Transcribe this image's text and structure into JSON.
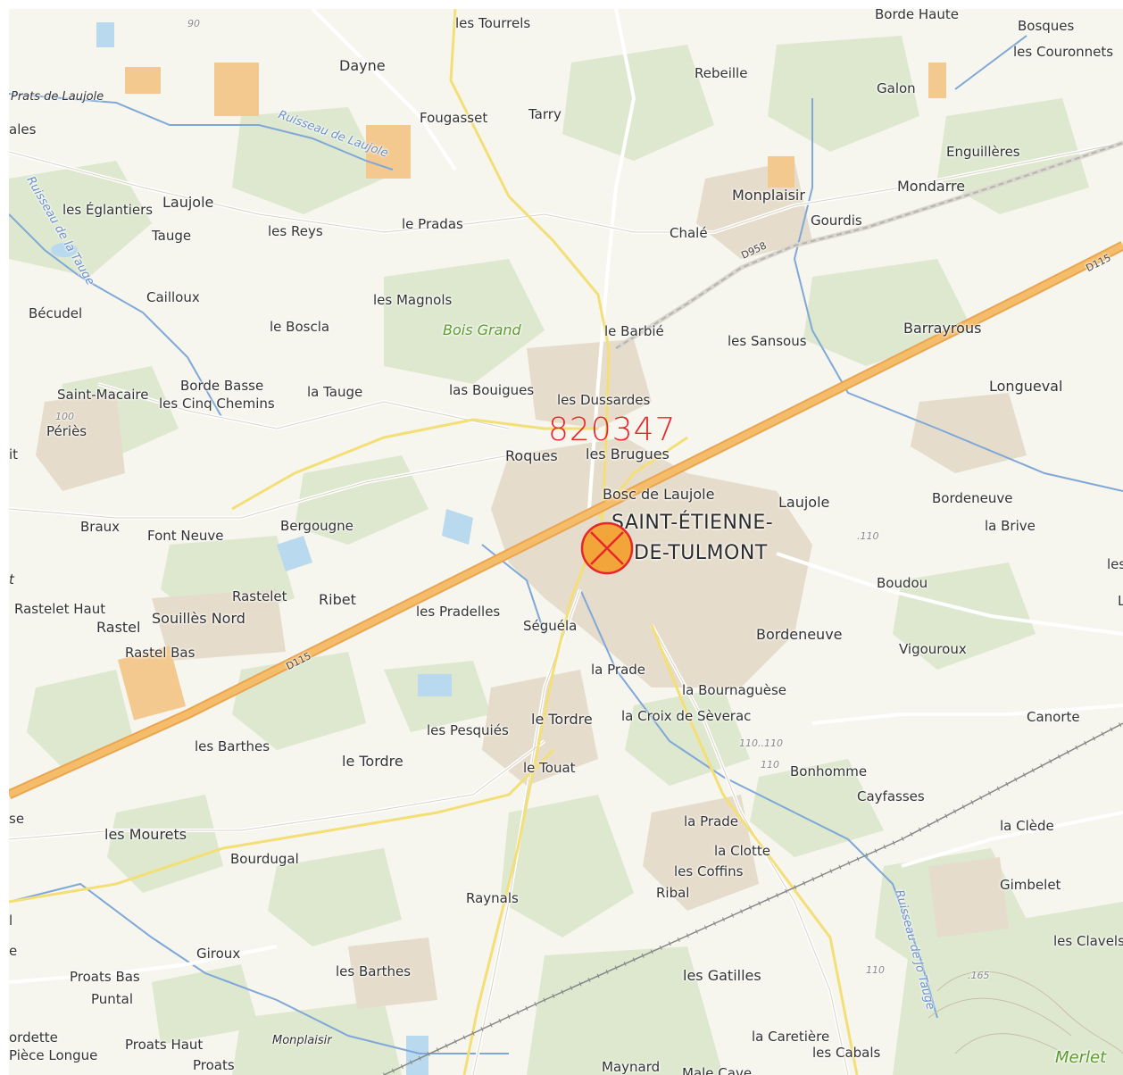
{
  "marker": {
    "id": "820347",
    "color": "#e8262a",
    "fill": "#f2a63a"
  },
  "town": {
    "line1": "SAINT-ÉTIENNE-",
    "line2": "DE-TULMONT"
  },
  "roads": {
    "d115_a": "D115",
    "d115_b": "D115",
    "d958": "D958"
  },
  "water": {
    "laujole": "Ruisseau de Laujole",
    "tauge": "Ruisseau de la Tauge",
    "jotauge": "Ruisseau de Jo Tauge"
  },
  "altitudes": {
    "a90": "90",
    "a100": "100",
    "a110a": ".110",
    "a110b": "110..110",
    "a110c": "110",
    "a110d": "110",
    "a165": ".165"
  },
  "places": {
    "les_tourrels": "les Tourrels",
    "borde_haute": "Borde Haute",
    "bosques": "Bosques",
    "les_couronnets": "les Couronnets",
    "dayne": "Dayne",
    "rebeille": "Rebeille",
    "galon": "Galon",
    "prats_de_laujole": "Prats de Laujole",
    "ales": "ales",
    "fougasset": "Fougasset",
    "tarry": "Tarry",
    "enguilleres": "Enguillères",
    "mondarre": "Mondarre",
    "monplaisir": "Monplaisir",
    "gourdis": "Gourdis",
    "les_eglantiers": "les Églantiers",
    "laujole_w": "Laujole",
    "tauge": "Tauge",
    "les_reys": "les Reys",
    "le_pradas": "le Pradas",
    "chale": "Chalé",
    "cailloux": "Cailloux",
    "les_magnols": "les Magnols",
    "becudel": "Bécudel",
    "le_boscla": "le Boscla",
    "bois_grand": "Bois Grand",
    "le_barbie": "le Barbié",
    "les_sansous": "les Sansous",
    "barrayrous": "Barrayrous",
    "borde_basse": "Borde Basse",
    "saint_macaire": "Saint-Macaire",
    "les_cinq_chemins": "les Cinq Chemins",
    "la_tauge": "la Tauge",
    "las_bouigues": "las Bouigues",
    "les_dussardes": "les Dussardes",
    "longueval": "Longueval",
    "peries": "Périès",
    "roques": "Roques",
    "les_brugues": "les Brugues",
    "it": "it",
    "bosc_de_laujole": "Bosc de Laujole",
    "laujole_e": "Laujole",
    "bordeneuve_e": "Bordeneuve",
    "braux": "Braux",
    "font_neuve": "Font Neuve",
    "bergougne": "Bergougne",
    "la_brive": "la Brive",
    "les_r": "les R",
    "t_edge": "t",
    "boudou": "Boudou",
    "rastelet": "Rastelet",
    "ribet": "Ribet",
    "rastelet_haut": "Rastelet Haut",
    "souilles_nord": "Souillès Nord",
    "les_pradelles": "les Pradelles",
    "rastel": "Rastel",
    "seguela": "Séguéla",
    "bordeneuve": "Bordeneuve",
    "vigouroux": "Vigouroux",
    "l_edge": "L",
    "rastel_bas": "Rastel Bas",
    "la_prade": "la Prade",
    "la_bournaguese": "la Bournaguèse",
    "la_croix_de_severac": "la Croix de Sèverac",
    "canorte": "Canorte",
    "les_pesquies": "les Pesquiés",
    "le_tordre_c": "le Tordre",
    "les_barthes": "les Barthes",
    "le_tordre_w": "le Tordre",
    "bonhomme": "Bonhomme",
    "le_touat": "le Touat",
    "cayfasses": "Cayfasses",
    "se_edge": "se",
    "la_prade_s": "la Prade",
    "la_clede": "la Clède",
    "les_mourets": "les Mourets",
    "la_clotte": "la Clotte",
    "bourdugal": "Bourdugal",
    "les_coffins": "les Coffins",
    "ribal": "Ribal",
    "gimbelet": "Gimbelet",
    "raynals": "Raynals",
    "l_edge2": "l",
    "les_clavels": "les Clavels",
    "giroux": "Giroux",
    "e_edge": "e",
    "les_barthes_s": "les Barthes",
    "proats_bas": "Proats Bas",
    "les_gatilles": "les Gatilles",
    "puntal": "Puntal",
    "ordette": "ordette",
    "monplaisir_s": "Monplaisir",
    "la_caretiere": "la Caretière",
    "proats_haut": "Proats Haut",
    "les_cabals": "les Cabals",
    "merlet": "Merlet",
    "piece_longue": "Pièce Longue",
    "proats": "Proats",
    "maynard": "Maynard",
    "male_cave": "Male Cave"
  }
}
